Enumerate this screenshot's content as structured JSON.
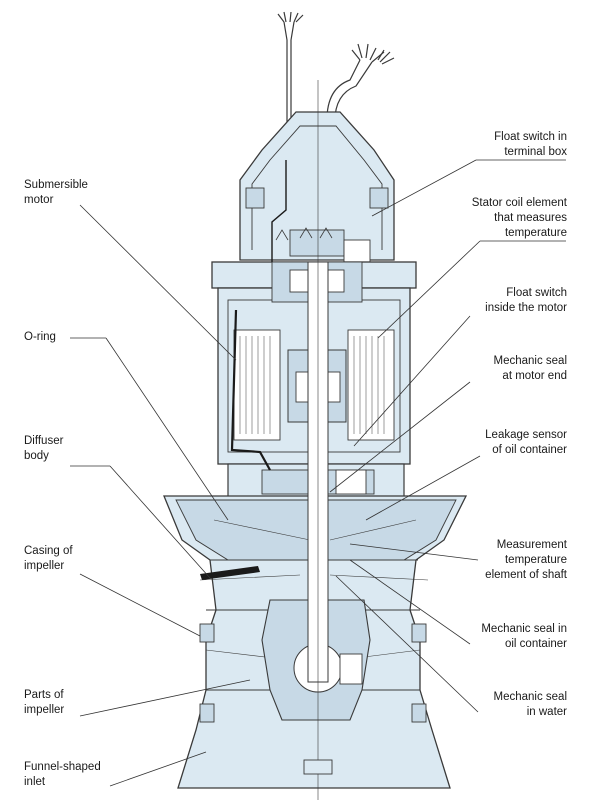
{
  "diagram": {
    "colors": {
      "body_fill": "#dbe9f2",
      "shaded_fill": "#c7d9e6",
      "line": "#3a3a3a",
      "leader": "#333333",
      "cable": "#1a1a1a"
    }
  },
  "labels_left": [
    {
      "id": "submersible-motor",
      "text": "Submersible\nmotor"
    },
    {
      "id": "o-ring",
      "text": "O-ring"
    },
    {
      "id": "diffuser-body",
      "text": "Diffuser\nbody"
    },
    {
      "id": "casing-of-impeller",
      "text": "Casing of\nimpeller"
    },
    {
      "id": "parts-of-impeller",
      "text": "Parts of\nimpeller"
    },
    {
      "id": "funnel-shaped-inlet",
      "text": "Funnel-shaped\ninlet"
    }
  ],
  "labels_right": [
    {
      "id": "float-switch-terminal-box",
      "text": "Float switch in\nterminal box"
    },
    {
      "id": "stator-coil-element",
      "text": "Stator coil element\nthat measures\ntemperature"
    },
    {
      "id": "float-switch-inside-motor",
      "text": "Float switch\ninside the motor"
    },
    {
      "id": "mechanic-seal-motor-end",
      "text": "Mechanic seal\nat motor end"
    },
    {
      "id": "leakage-sensor",
      "text": "Leakage sensor\nof oil container"
    },
    {
      "id": "measurement-temperature-element",
      "text": "Measurement\ntemperature\nelement of shaft"
    },
    {
      "id": "mechanic-seal-oil-container",
      "text": "Mechanic seal in\noil container"
    },
    {
      "id": "mechanic-seal-water",
      "text": "Mechanic seal\nin water"
    }
  ]
}
